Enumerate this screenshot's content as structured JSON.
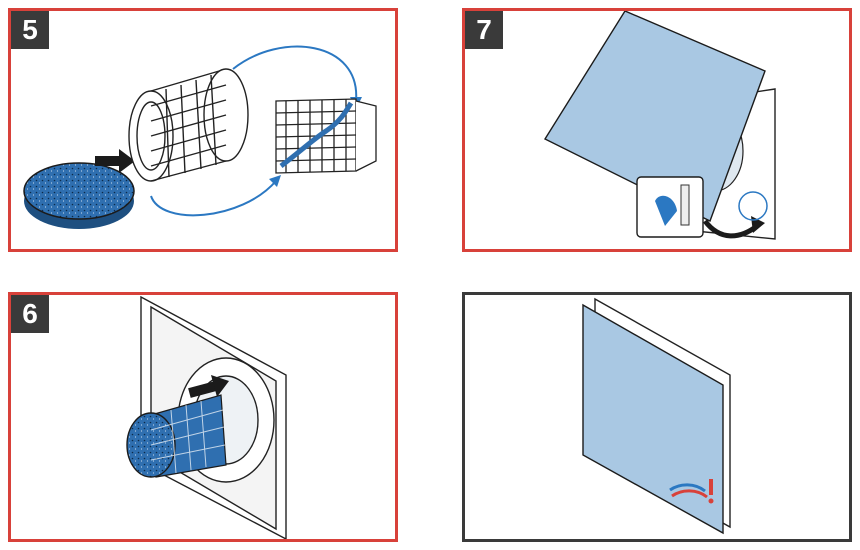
{
  "steps": [
    {
      "number": "5",
      "border_color": "#d8413a"
    },
    {
      "number": "7",
      "border_color": "#d8413a"
    },
    {
      "number": "6",
      "border_color": "#d8413a"
    },
    {
      "number": "",
      "border_color": "#3a3a3a"
    }
  ],
  "colors": {
    "frame_red": "#d8413a",
    "frame_dark": "#3a3a3a",
    "filter_blue": "#2f6fb0",
    "cover_blue": "#a9c8e3",
    "arrow_blue": "#2b78c2"
  },
  "icons": [
    "filter-pad",
    "filter-cage",
    "fan-unit",
    "cover-panel",
    "brand-logo"
  ]
}
